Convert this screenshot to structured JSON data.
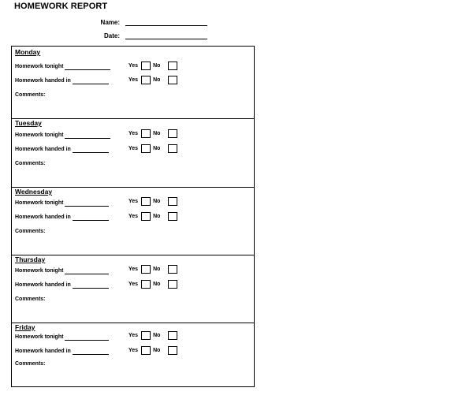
{
  "title": "HOMEWORK REPORT",
  "header": {
    "name_label": "Name:",
    "date_label": "Date:"
  },
  "labels": {
    "homework_tonight": "Homework tonight",
    "homework_handed_in": "Homework handed in",
    "yes": "Yes",
    "no": "No",
    "comments": "Comments:"
  },
  "days": [
    {
      "name": "Monday"
    },
    {
      "name": "Tuesday"
    },
    {
      "name": "Wednesday"
    },
    {
      "name": "Thursday"
    },
    {
      "name": "Friday"
    }
  ]
}
